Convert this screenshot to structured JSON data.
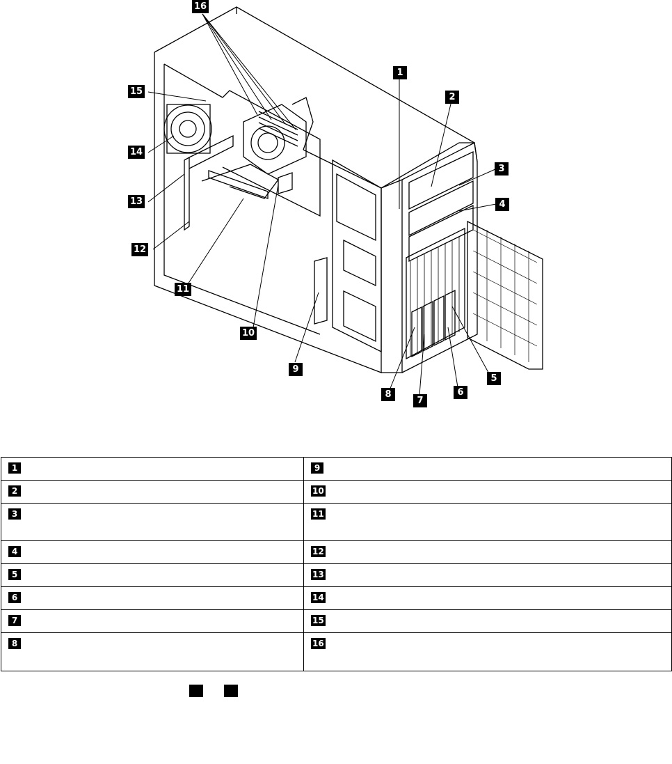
{
  "figure": {
    "callouts": [
      "1",
      "2",
      "3",
      "4",
      "5",
      "6",
      "7",
      "8",
      "9",
      "10",
      "11",
      "12",
      "13",
      "14",
      "15",
      "16"
    ]
  },
  "legend": {
    "rows": [
      {
        "left": {
          "badge": "1",
          "text": ""
        },
        "right": {
          "badge": "9",
          "text": ""
        }
      },
      {
        "left": {
          "badge": "2",
          "text": ""
        },
        "right": {
          "badge": "10",
          "text": ""
        }
      },
      {
        "left": {
          "badge": "3",
          "text": ""
        },
        "right": {
          "badge": "11",
          "text": ""
        }
      },
      {
        "left": {
          "badge": "4",
          "text": ""
        },
        "right": {
          "badge": "12",
          "text": ""
        }
      },
      {
        "left": {
          "badge": "5",
          "text": ""
        },
        "right": {
          "badge": "13",
          "text": ""
        }
      },
      {
        "left": {
          "badge": "6",
          "text": ""
        },
        "right": {
          "badge": "14",
          "text": ""
        }
      },
      {
        "left": {
          "badge": "7",
          "text": ""
        },
        "right": {
          "badge": "15",
          "text": ""
        }
      },
      {
        "left": {
          "badge": "8",
          "text": ""
        },
        "right": {
          "badge": "16",
          "text": ""
        }
      }
    ]
  },
  "note": {
    "text": ""
  }
}
